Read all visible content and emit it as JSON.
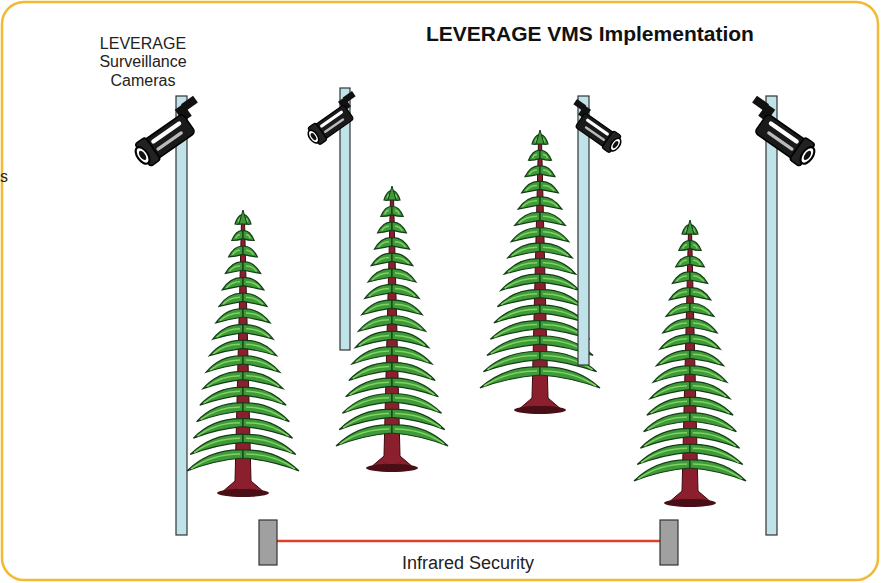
{
  "diagram": {
    "title": "LEVERAGE VMS Implementation",
    "labels": [
      "LEVERAGE Surveillance Cameras",
      "Infrared Security",
      "s"
    ]
  }
}
